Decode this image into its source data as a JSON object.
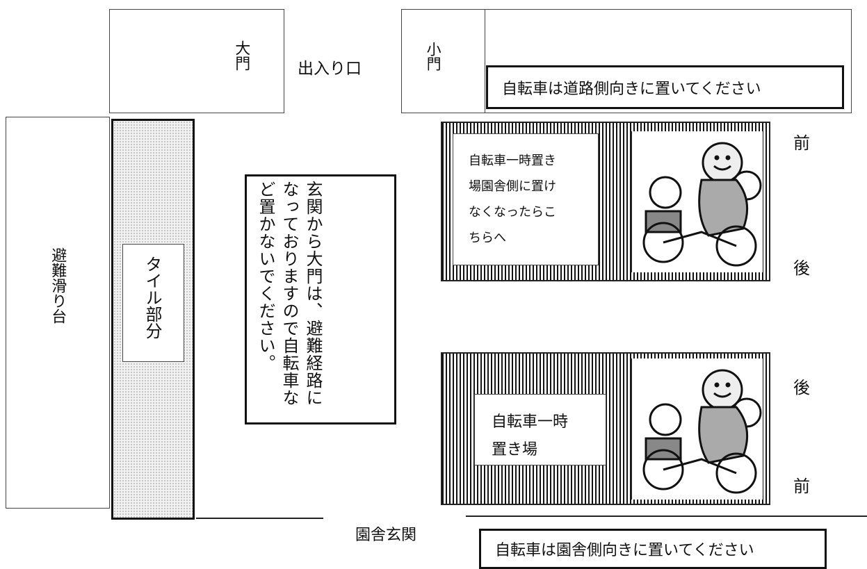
{
  "labels": {
    "big_gate": "大門",
    "entrance": "出入り口",
    "small_gate": "小門",
    "slide": "避難滑り台",
    "tile": "タイル部分",
    "school_entrance": "園舎玄関"
  },
  "notices": {
    "road_side": "自転車は道路側向きに置いてください",
    "school_side": "自転車は園舎側向きに置いてください",
    "evacuation": "玄関から大門は、避難経路になっておりますので自転車など置かないでください。"
  },
  "parking": {
    "upper_text": "自転車一時置き\n場園舎側に置け\nなくなったらこ\nちらへ",
    "upper_front": "前",
    "upper_back": "後",
    "lower_text": "自転車一時\n置き場",
    "lower_back": "後",
    "lower_front": "前"
  },
  "icons": {
    "bicycle": "bicycle-with-children-icon"
  }
}
